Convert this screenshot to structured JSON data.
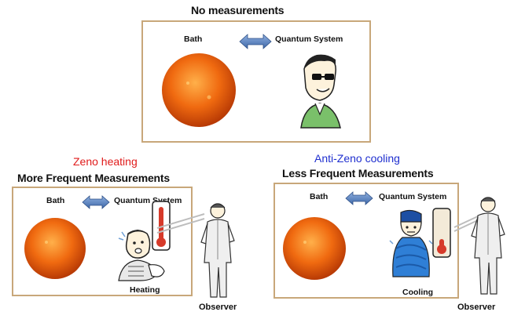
{
  "top": {
    "title": "No measurements",
    "bath": "Bath",
    "system": "Quantum System"
  },
  "left": {
    "effect": "Zeno heating",
    "effect_color": "#e01b1b",
    "title": "More Frequent Measurements",
    "bath": "Bath",
    "system": "Quantum System",
    "state": "Heating",
    "observer": "Observer"
  },
  "right": {
    "effect": "Anti-Zeno cooling",
    "effect_color": "#1f2fcf",
    "title": "Less Frequent Measurements",
    "bath": "Bath",
    "system": "Quantum System",
    "state": "Cooling",
    "observer": "Observer"
  },
  "colors": {
    "panel_border": "#c8a77a",
    "arrow": "#5b86c6",
    "sun": "#f06a10",
    "thermometer": "#d63a2a"
  },
  "icons": [
    "sun-icon",
    "double-arrow-icon",
    "cool-man-icon",
    "sweating-man-icon",
    "shivering-man-icon",
    "thermometer-icon",
    "observer-icon"
  ]
}
